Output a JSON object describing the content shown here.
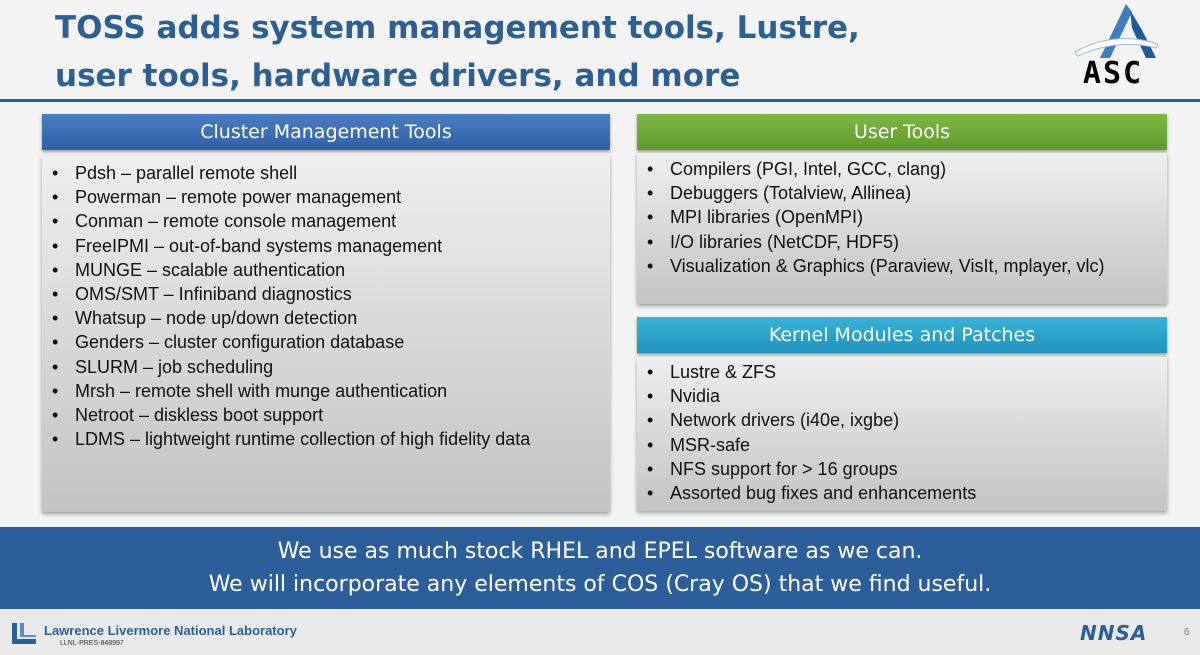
{
  "slide": {
    "title_line1": "TOSS adds system management tools, Lustre,",
    "title_line2": "user tools, hardware drivers, and more",
    "page_number": "6"
  },
  "logo": {
    "text": "ASC",
    "icon": "asc-delta-logo-icon"
  },
  "cluster_management": {
    "header": "Cluster Management Tools",
    "items": [
      "Pdsh – parallel remote shell",
      "Powerman – remote power management",
      "Conman – remote console management",
      "FreeIPMI – out-of-band systems management",
      "MUNGE – scalable authentication",
      "OMS/SMT – Infiniband diagnostics",
      "Whatsup – node up/down detection",
      "Genders – cluster configuration database",
      "SLURM – job scheduling",
      "Mrsh – remote shell with munge authentication",
      "Netroot – diskless boot support",
      "LDMS – lightweight runtime collection of high fidelity data"
    ]
  },
  "user_tools": {
    "header": "User Tools",
    "items": [
      "Compilers (PGI, Intel, GCC, clang)",
      "Debuggers (Totalview, Allinea)",
      "MPI libraries (OpenMPI)",
      "I/O libraries (NetCDF, HDF5)",
      "Visualization & Graphics (Paraview, VisIt, mplayer, vlc)"
    ]
  },
  "kernel_modules": {
    "header": "Kernel Modules and Patches",
    "items": [
      "Lustre & ZFS",
      "Nvidia",
      "Network drivers (i40e, ixgbe)",
      "MSR-safe",
      "NFS support for > 16 groups",
      "Assorted bug fixes and enhancements"
    ]
  },
  "banner": {
    "line1": "We use as much stock RHEL and EPEL software as we can.",
    "line2": "We will incorporate any elements of COS (Cray OS) that we find useful."
  },
  "footer": {
    "lab_name": "Lawrence Livermore National Laboratory",
    "doc_id": "LLNL-PRES-848997",
    "nnsa_text": "NNSA"
  },
  "colors": {
    "title_blue": "#2d5f93",
    "cluster_header": "#3a6db3",
    "user_header": "#6ea83a",
    "kernel_header": "#2aa3cb",
    "banner": "#2c5e99"
  }
}
